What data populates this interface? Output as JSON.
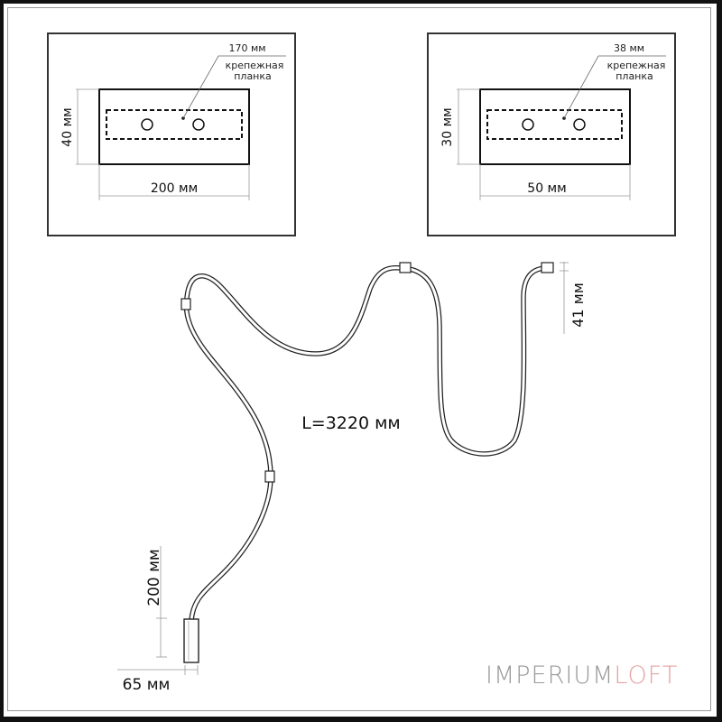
{
  "detail_left": {
    "width_label": "200 мм",
    "height_label": "40 мм",
    "plate_length_label": "170 мм",
    "plate_caption_line1": "крепежная",
    "plate_caption_line2": "планка"
  },
  "detail_right": {
    "width_label": "50 мм",
    "height_label": "30 мм",
    "plate_length_label": "38 мм",
    "plate_caption_line1": "крепежная",
    "plate_caption_line2": "планка"
  },
  "cable": {
    "length_label": "L=3220 мм",
    "end_height_label": "41 мм",
    "base_height_label": "200 мм",
    "base_width_label": "65 мм"
  },
  "brand": {
    "part1": "IMPERIUM",
    "part2": "LOFT",
    "color_gray": "#9a9a9a",
    "color_pink": "#e6a3a3"
  }
}
